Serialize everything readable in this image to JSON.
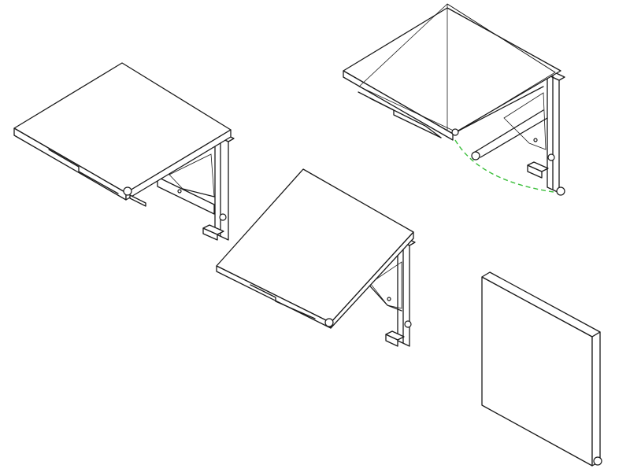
{
  "figure": {
    "panels": [
      {
        "state": "open"
      },
      {
        "state": "half-open"
      },
      {
        "state": "closed"
      },
      {
        "state": "fold-sequence"
      }
    ],
    "colors": {
      "line": "#1a1a1a",
      "background": "#ffffff",
      "fold_path": "#3cbf3c"
    }
  }
}
